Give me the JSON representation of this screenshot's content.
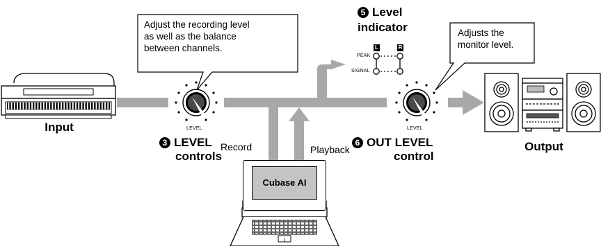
{
  "nodes": {
    "input_label": "Input",
    "output_label": "Output",
    "computer_screen": "Cubase AI"
  },
  "controls": {
    "level_controls": {
      "number": "3",
      "line1": "LEVEL",
      "line2": "controls",
      "knob_text": "LEVEL"
    },
    "out_level": {
      "number": "6",
      "line1": "OUT LEVEL",
      "line2": "control",
      "knob_text": "LEVEL"
    },
    "level_indicator": {
      "number": "5",
      "line1": "Level",
      "line2": "indicator",
      "left_channel": "L",
      "right_channel": "R",
      "peak": "PEAK",
      "signal": "SIGNAL"
    }
  },
  "arrows": {
    "record": "Record",
    "playback": "Playback"
  },
  "callouts": {
    "recording_level": [
      "Adjust the recording level",
      "as well as the balance",
      "between channels."
    ],
    "monitor_level": [
      "Adjusts the",
      "monitor level."
    ]
  },
  "colors": {
    "signal_path": "#a8a8a8",
    "outline": "#000000",
    "background": "#ffffff"
  }
}
